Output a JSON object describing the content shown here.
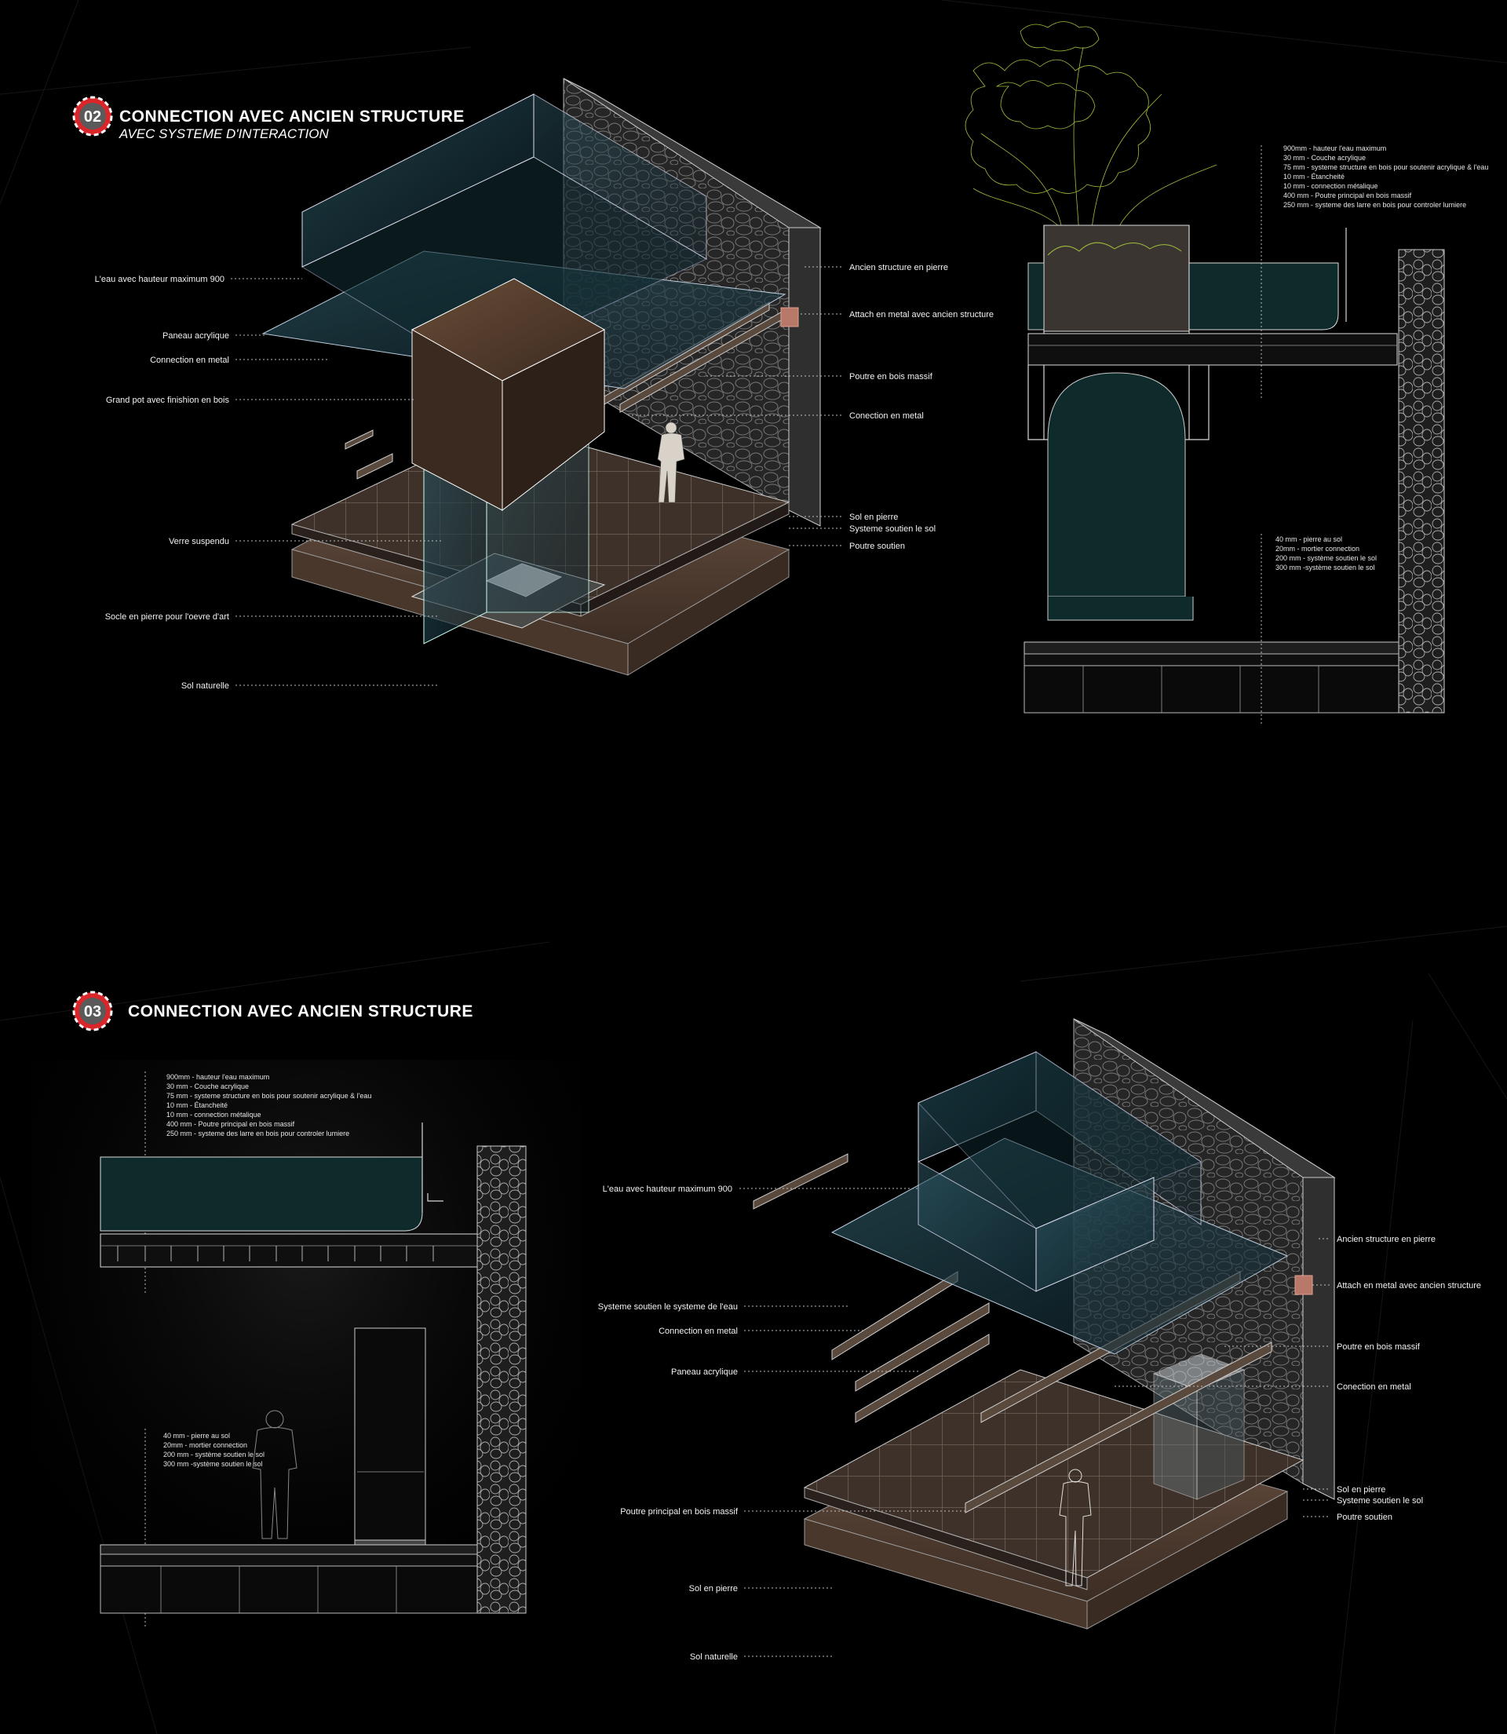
{
  "section02": {
    "badge": "02",
    "title": "CONNECTION AVEC ANCIEN STRUCTURE",
    "subtitle": "AVEC SYSTEME D'INTERACTION",
    "labels_left": [
      "L'eau avec hauteur maximum  900",
      "Paneau acrylique",
      "Connection en metal",
      "Grand pot avec finishion en bois",
      "Verre suspendu",
      "Socle en pierre pour l'oevre d'art",
      "Sol naturelle"
    ],
    "labels_right": [
      "Ancien structure en pierre",
      "Attach en metal avec ancien structure",
      "Poutre en bois massif",
      "Conection en metal",
      "Sol en pierre",
      "Systeme soutien le sol",
      "Poutre soutien"
    ],
    "section_specs_top": [
      "900mm - hauteur l'eau maximum",
      "30 mm - Couche acrylique",
      "75 mm - systeme structure en bois pour soutenir acrylique & l'eau",
      "10 mm - Étancheité",
      "10 mm - connection métalique",
      "400 mm - Poutre principal en bois massif",
      "250 mm - systeme des larre en bois pour controler lumiere"
    ],
    "section_specs_bottom": [
      "40 mm - pierre au sol",
      "20mm - mortier connection",
      "200 mm - système soutien le sol",
      "300 mm -système soutien le sol"
    ]
  },
  "section03": {
    "badge": "03",
    "title": "CONNECTION AVEC ANCIEN STRUCTURE",
    "section_specs_top": [
      "900mm - hauteur l'eau maximum",
      "30 mm - Couche acrylique",
      "75 mm - systeme structure en bois pour soutenir acrylique & l'eau",
      "10 mm - Étancheité",
      "10 mm - connection métalique",
      "400 mm - Poutre principal en bois massif",
      "250 mm - systeme des larre en bois pour controler lumiere"
    ],
    "section_specs_bottom": [
      "40 mm - pierre au sol",
      "20mm - mortier connection",
      "200 mm - système soutien le sol",
      "300 mm -système soutien le sol"
    ],
    "labels_left": [
      "L'eau avec hauteur maximum  900",
      "Systeme soutien le systeme de l'eau",
      "Connection en metal",
      "Paneau acrylique",
      "Poutre principal en bois massif",
      "Sol en pierre",
      "Sol naturelle"
    ],
    "labels_right": [
      "Ancien structure en pierre",
      "Attach en metal avec ancien structure",
      "Poutre en bois massif",
      "Conection en metal",
      "Sol en pierre",
      "Systeme soutien le sol",
      "Poutre soutien"
    ]
  },
  "colors": {
    "background": "#000000",
    "badge_red": "#d9262b",
    "stone": "#2a2a2a",
    "floor_tile": "#4a3a30",
    "ground": "#5a4436",
    "glass": "#1c3a44",
    "water": "#0f2a2a",
    "plant": "#9fbf3a",
    "metal_attach": "#b8786a"
  }
}
